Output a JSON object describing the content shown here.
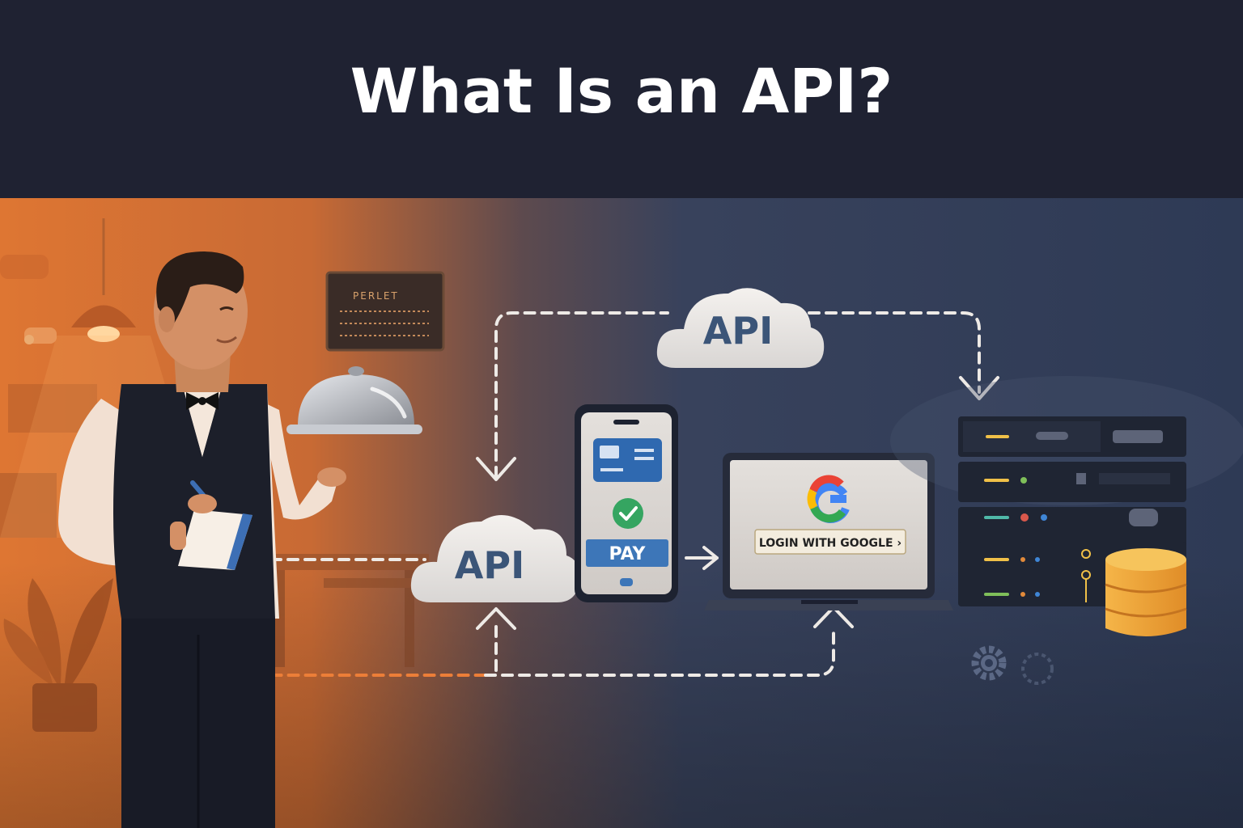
{
  "title": "What Is an API?",
  "cloud_top_label": "API",
  "cloud_left_label": "API",
  "phone_pay_label": "PAY",
  "laptop_login_label": "LOGIN WITH GOOGLE ›",
  "menu_board_label": "PERLET",
  "colors": {
    "warm": "#e8792c",
    "cool": "#2d3a56",
    "header": "#1f2232",
    "cloud_text": "#3b5578",
    "database": "#f2a33a"
  },
  "icons": [
    "waiter",
    "serving-cloche",
    "notepad",
    "pen",
    "smartphone",
    "credit-card-icon",
    "check-icon",
    "laptop",
    "google-logo-icon",
    "server-rack",
    "database-icon",
    "gear-icon",
    "pendant-lamp",
    "plant"
  ]
}
